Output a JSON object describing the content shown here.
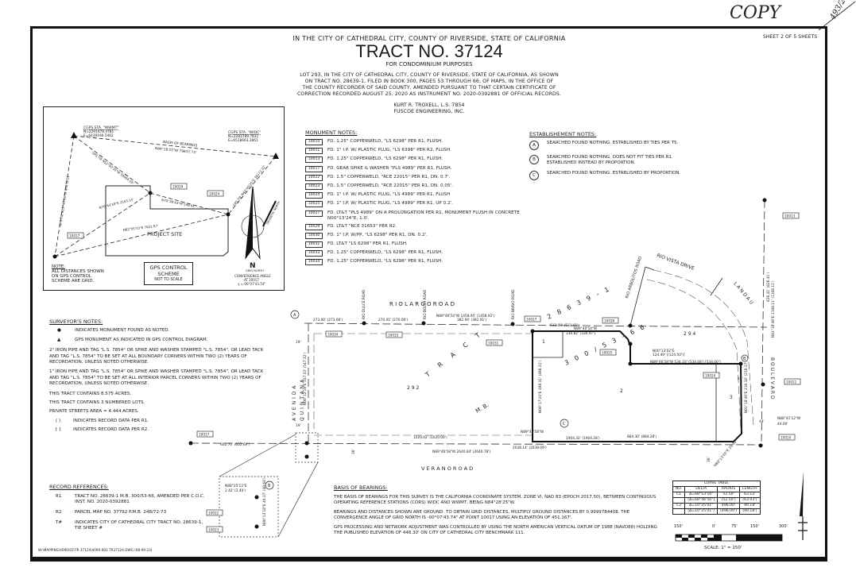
{
  "stamp": {
    "copy_mark": "COPY",
    "page_mark": "493/2"
  },
  "sheet": "SHEET 2 OF 5 SHEETS",
  "header": {
    "location": "IN THE CITY OF CATHEDRAL CITY, COUNTY OF RIVERSIDE, STATE OF CALIFORNIA",
    "title": "TRACT NO. 37124",
    "subtitle": "FOR CONDOMINIUM PURPOSES",
    "description": [
      "LOT 293, IN THE CITY OF CATHEDRAL CITY, COUNTY OF RIVERSIDE, STATE OF CALIFORNIA, AS SHOWN",
      "ON TRACT NO. 28639-1, FILED IN BOOK 300, PAGES 53 THROUGH 66, OF MAPS, IN THE OFFICE OF",
      "THE COUNTY RECORDER OF SAID COUNTY, AMENDED PURSUANT TO THAT CERTAIN CERTIFICATE OF",
      "CORRECTION RECORDED AUGUST 25, 2020 AS INSTRUMENT NO. 2020-0392881 OF OFFICIAL RECORDS."
    ],
    "surveyor": "KURT R. TROXELL, L.S. 7854",
    "firm": "FUSCOE ENGINEERING, INC."
  },
  "gps_diagram": {
    "wwmt_label": "CGPS STA. \"WWMT\"",
    "wwmt_n": "N=2291478.4781",
    "wwmt_e": "E=6439196.5462",
    "widc_label": "CGPS STA. \"WIDC\"",
    "widc_n": "N=2283789.7831",
    "widc_e": "E=6518663.2861",
    "basis_label": "BASIS OF BEARINGS",
    "basis_value": "N84°28'25\"W  79837.73'",
    "tie1": "GPS TIE  N52°00'35\"W  55066.05'",
    "tie2": "GPS TIE  N40°45'25\"E  38172.32'",
    "tie3": "GPS TIE  N15°40'16\"W  80872.11'",
    "line_a": "N76°43'18\"E  2103.14'",
    "line_b": "N76°38'43\"W  548.41'",
    "line_c": "N82°05'33\"E  7621.87'",
    "tags": [
      "10029",
      "10024",
      "10017"
    ],
    "site_label": "PROJECT SITE",
    "note_title": "NOTE:",
    "note_text": [
      "ALL DISTANCES SHOWN",
      "ON GPS CONTROL",
      "SCHEME ARE GRID."
    ],
    "box_title_1": "GPS CONTROL",
    "box_title_2": "SCHEME",
    "box_sub": "NOT TO SCALE",
    "north_label": "N",
    "grid_north": "GRID NORTH",
    "geodetic_north": "GEODETIC NORTH",
    "convergence": [
      "CONVERGENCE ANGLE",
      "AT 10017",
      "γ =-00°07'43.74\""
    ]
  },
  "monument_notes": {
    "title": "MONUMENT NOTES:",
    "items": [
      {
        "id": "10010",
        "text": "FD. 1.25\" COPPERWELD, \"LS 6298\" PER R1, FLUSH."
      },
      {
        "id": "10011",
        "text": "FD. 1\" I.P. W/ PLASTIC PLUG, \"LS 6398\" PER R2, FLUSH."
      },
      {
        "id": "10013",
        "text": "FD. 1.25\" COPPERWELD, \"LS 6298\" PER R1, FLUSH."
      },
      {
        "id": "10017",
        "text": "FD. GEAR SPIKE & WASHER \"PLS 4989\" PER R1, FLUSH."
      },
      {
        "id": "10022",
        "text": "FD. 1.5\" COPPERWELD, \"RCE 22015\" PER R1, DN. 0.7'."
      },
      {
        "id": "10023",
        "text": "FD. 1.5\" COPPERWELD, \"RCE 22015\" PER R1, DN. 0.05'."
      },
      {
        "id": "10024",
        "text": "FD. 1\" I.P. W/ PLASTIC PLUG, \"LS 4989\" PER R1, FLUSH"
      },
      {
        "id": "10025",
        "text": "FD. 1\" I.P. W/ PLASTIC PLUG, \"LS 4989\" PER R1, UP 0.2'."
      },
      {
        "id": "10027",
        "text": "FD. LT&T \"PLS 4989\" ON A PROLONGATION PER R1, MONUMENT FLUSH IN CONCRETE N00°13'24\"E, 1.0'."
      },
      {
        "id": "10029",
        "text": "FD. LT&T \"RCE 31653\" PER R2."
      },
      {
        "id": "10030",
        "text": "FD. 1\" I.P. W/PP, \"LS 6298\" PER R1, DN. 0.2'."
      },
      {
        "id": "10031",
        "text": "FD. LT&T \"LS 6298\" PER R1, FLUSH."
      },
      {
        "id": "10033",
        "text": "FD. 1.25\" COPPERWELD, \"LS 6298\" PER R1, FLUSH."
      },
      {
        "id": "10034",
        "text": "FD. 1.25\" COPPERWELD, \"LS 6298\" PER R1, FLUSH."
      }
    ]
  },
  "establishment_notes": {
    "title": "ESTABLISHEMENT NOTES:",
    "items": [
      {
        "id": "A",
        "text": "SEARCHED FOUND NOTHING. ESTABLISHED BY TIES PER T5."
      },
      {
        "id": "B",
        "text": "SEARCHED FOUND NOTHING. DOES NOT FIT TIES PER R1. ESTABLISHED INSTEAD BY PROPORTION."
      },
      {
        "id": "C",
        "text": "SEARCHED FOUND NOTHING. ESTABLISHED BY PROPORTION."
      }
    ]
  },
  "surveyor_notes": {
    "title": "SURVEYOR'S NOTES:",
    "legend_dot": "INDICATES MONUMENT FOUND AS NOTED.",
    "legend_triangle": "GPS MONUMENT AS INDICATED IN GPS CONTROL DIAGRAM.",
    "para1": "2\" IRON PIPE AND TAG \"L.S. 7854\" OR SPIKE AND WASHER STAMPED \"L.S. 7854\", OR LEAD TACK AND TAG \"L.S. 7854\" TO BE SET AT ALL BOUNDARY CORNERS WITHIN TWO (2) YEARS OF RECORDATION, UNLESS NOTED OTHERWISE.",
    "para2": "1\" IRON PIPE AND TAG \"L.S. 7854\" OR SPIKE AND WASHER STAMPED \"L.S. 7854\", OR LEAD TACK AND TAG \"L.S. 7854\" TO BE SET AT ALL INTERIOR PARCEL CORNERS WITHIN TWO (2) YEARS OF RECORDATION, UNLESS NOTED OTHERWISE.",
    "acres": "THIS TRACT CONTAINS 8.575 ACRES.",
    "lots": "THIS TRACT CONTAINS 3 NUMBERED LOTS.",
    "streets": "PRIVATE STREETS AREA = 4.444 ACRES.",
    "paren_sym": "( )",
    "paren_text": "INDICATES RECORD DATA PER R1.",
    "bracket_sym": "[ ]",
    "bracket_text": "INDICATES RECORD DATA PER R2."
  },
  "record_references": {
    "title": "RECORD REFERENCES:",
    "items": [
      {
        "id": "R1",
        "text": "TRACT NO. 28639-1 M.B. 300/53-66, AMENDED PER C.O.C. INST. NO. 2020-0392881"
      },
      {
        "id": "R2",
        "text": "PARCEL MAP NO. 37792 P.M.B. 248/72-73"
      },
      {
        "id": "T#",
        "text": "INDICATES CITY OF CATHEDRAL CITY TRACT NO. 28639-1, TIE SHEET #"
      }
    ]
  },
  "file_path": "W:\\MAPPING\\4090\\02\\TR 37124\\4090-002 TR37124.DWG (08-09-23)",
  "basis_of_bearings": {
    "title": "BASIS OF BEARINGS:",
    "para1": "THE BASIS OF BEARINGS FOR THIS SURVEY IS THE CALIFORNIA COORDINATE SYSTEM, ZONE VI, NAD 83 (EPOCH 2017.50), BETWEEN CONTINUOUS OPERATING REFERENCE STATIONS (CORS) WIDC AND WWMT, BEING N84°28'25\"W.",
    "para2": "BEARINGS AND DISTANCES SHOWN ARE GROUND. TO OBTAIN GRID DISTANCES, MULTIPLY GROUND DISTANCES BY 0.9999784408. THE CONVERGENCE ANGLE OF GRID NORTH IS -00°07'43.74\" AT POINT 10017 USING AN ELEVATION OF 451.167'.",
    "para3": "GPS PROCESSING AND NETWORK ADJUSTMENT WAS CONTROLLED BY USING THE NORTH AMERICAN VERTICAL DATUM OF 1988 (NAVD88) HOLDING THE PUBLISHED ELEVATION OF 448.30' ON CITY OF CATHEDRAL CITY BENCHMARK 111."
  },
  "curve_table": {
    "title": "CURVE TABLE",
    "headers": [
      "NO.",
      "DELTA",
      "RADIUS",
      "LENGTH"
    ],
    "rows": [
      [
        "C1",
        "Δ=68°53'16\"",
        "52.50'",
        "63.12'"
      ],
      [
        "",
        "[Δ=68°46'56\"]",
        "[52.50']",
        "[63.03']"
      ],
      [
        "C2",
        "Δ=10°25'01\"",
        "496.00'",
        "90.18'"
      ],
      [
        "",
        "(Δ=10°25'01\")",
        "(496.00')",
        "(90.18')"
      ]
    ]
  },
  "scale_bar": {
    "ticks": [
      "150'",
      "0'",
      "75'",
      "150'",
      "300'"
    ],
    "label": "SCALE:  1\" = 150'"
  },
  "map": {
    "streets": {
      "rio_largo": "R I O     L A R G O     R O A D",
      "verano": "V E R A N O          R O A D",
      "avenida": "AVENIDA",
      "quintana": "QUINTANA",
      "rio_vista": "RIO VISTA DRIVE",
      "landau": "L A N D A U",
      "boulevard": "B O U L E V A R D",
      "rio_dulce": "RIO DULCE ROAD",
      "rio_bolsa": "RIO BOLSA ROAD",
      "rio_bravo": "RIO BRAVO ROAD",
      "rio_arbolitos": "RIO ARBOLITOS ROAD"
    },
    "tract_text": [
      "T R A C T",
      "2 8 6 3 9 - 1",
      "M. B.",
      "3 0 0 / 5 3 - 6 6"
    ],
    "lot_numbers": {
      "l292": "2 9 2",
      "l294": "2 9 4",
      "lot1": "1",
      "lot2": "2",
      "lot3": "3"
    },
    "labels": {
      "d273": "273.00'  (273.00')",
      "d270": "270.01'  (270.00')",
      "brg_north": "N89°46'54\"W  1458.95'  (1458.92')",
      "d382": "382.94'  (382.91')",
      "d533": "533.00'  (533.01')",
      "lot1_brg": "N89°40'54\"W",
      "lot1_dist": "336.82'  (336.97')",
      "n00_13": "N00°13'02\"E",
      "n00_13_d": "124.49'  [(124.50')]",
      "brg_534": "N89°46'58\"W  534.10'  (534.08')  [534.00']",
      "west_brg": "N00°17'24\"E  498.31'  (498.31')",
      "d1904": "1904.32'  (1904.28')",
      "d884": "884.30'  (884.28')",
      "brg_south": "N89°46'58\"W",
      "d1020": "1020.02'  (1020.00')",
      "d2640": "N89°46'58\"W  2640.84'  (2640.78')",
      "d2038": "2038.14'  (2038.09')",
      "d602": "602.70'  (602.69')",
      "d547": "N00°12'19\"E  547.33'  (547.32')",
      "east_brg": "N01°18'46\"E  1108.11'  (1108.11')",
      "d826": "826.41'  (826.41')",
      "d44a": "44'",
      "d44b": "44'",
      "brg_44": "N88°41'12\"W",
      "d44_00": "44.00'",
      "d19a": "19'",
      "d19b": "19'",
      "d30": "30'",
      "d30b": "30'",
      "lot3_brg": "N01°18'46\"E  210.18'  (210.17')",
      "n80_brg": "N80°13'02\"E  20.00'",
      "detail_brg": "N88°25'12\"E",
      "detail_d": "2.42'  (2.40')",
      "detail_v": "N00°13'18\"E  40.37'  (40.64')"
    },
    "tags": {
      "t10034": "10034",
      "t10033": "10033",
      "t10031": "10031",
      "t10027": "10027",
      "t10030": "10030",
      "t10025": "10025",
      "t10024": "10024",
      "t10013": "10013",
      "t10011": "10011",
      "t10010": "10010",
      "t10017": "10017",
      "t10022": "10022",
      "t10023": "10023"
    },
    "circles": {
      "a": "A",
      "b": "B",
      "c": "C",
      "b2": "B"
    },
    "centerline": "℄"
  }
}
